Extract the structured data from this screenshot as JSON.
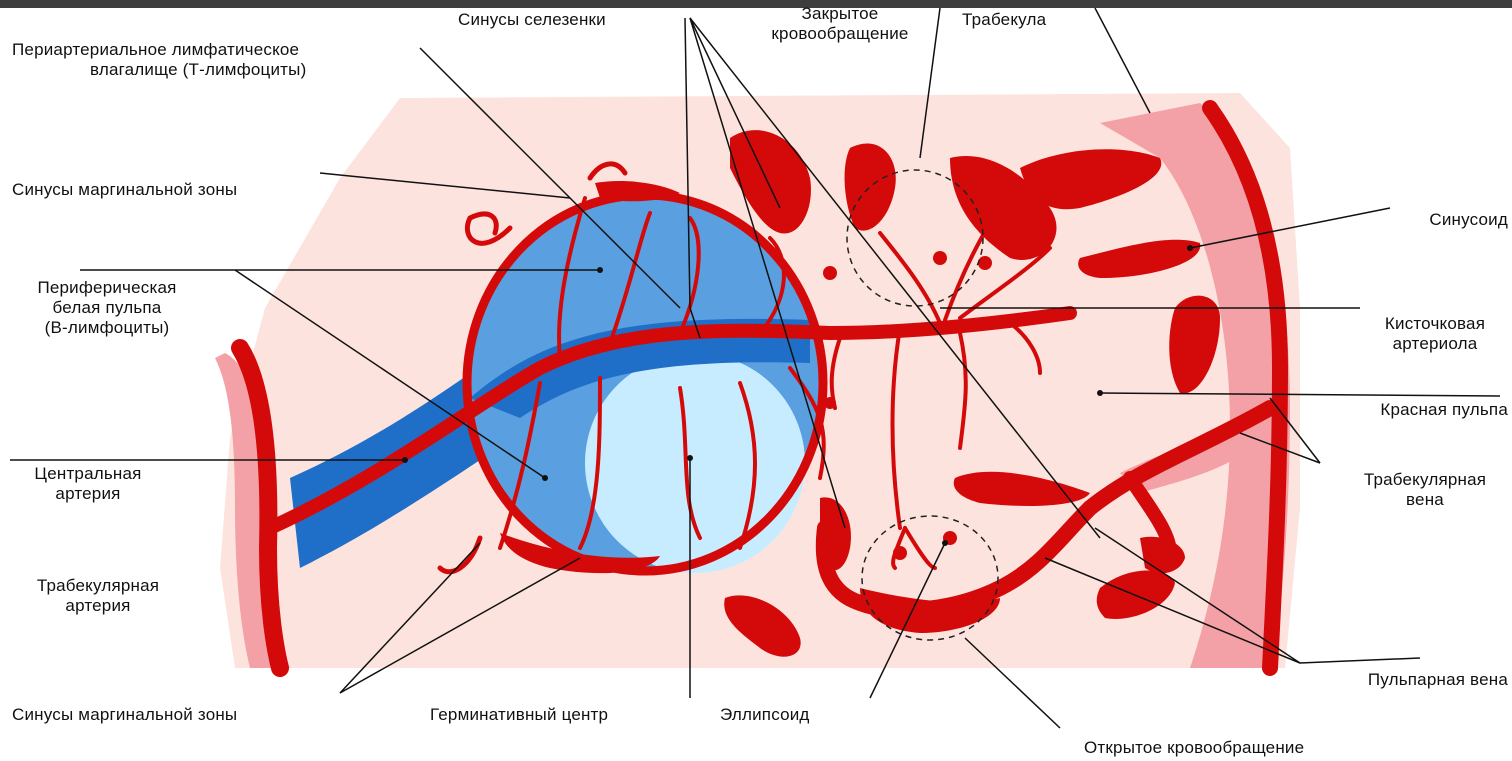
{
  "labels": {
    "spleen_sinuses": "Синусы селезенки",
    "closed_circulation": [
      "Закрытое",
      "кровообращение"
    ],
    "trabecula": "Трабекула",
    "pals": [
      "Периартериальное лимфатическое",
      "влагалище (Т-лимфоциты)"
    ],
    "marginal_zone_sinuses_top": "Синусы маргинальной зоны",
    "sinusoid": "Синусоид",
    "peripheral_white_pulp": [
      "Периферическая",
      "белая пульпа",
      "(В-лимфоциты)"
    ],
    "penicillar_arteriole": [
      "Кисточковая",
      "артериола"
    ],
    "red_pulp": "Красная пульпа",
    "central_artery": [
      "Центральная",
      "артерия"
    ],
    "trabecular_vein": [
      "Трабекулярная",
      "вена"
    ],
    "trabecular_artery": [
      "Трабекулярная",
      "артерия"
    ],
    "marginal_zone_sinuses_bottom": "Синусы маргинальной зоны",
    "germinal_center": "Герминативный центр",
    "ellipsoid": "Эллипсоид",
    "pulp_vein": "Пульпарная вена",
    "open_circulation": "Открытое кровообращение"
  },
  "colors": {
    "vessel_red": "#d40a0a",
    "red_pulp_bg": "#fde3dd",
    "trabecula_pink": "#f3a1a6",
    "white_pulp_blue": "#5a9fe0",
    "pals_blue": "#1f6fc8",
    "germinal_center": "#c8ecff",
    "frame": "#4a4a4a"
  }
}
